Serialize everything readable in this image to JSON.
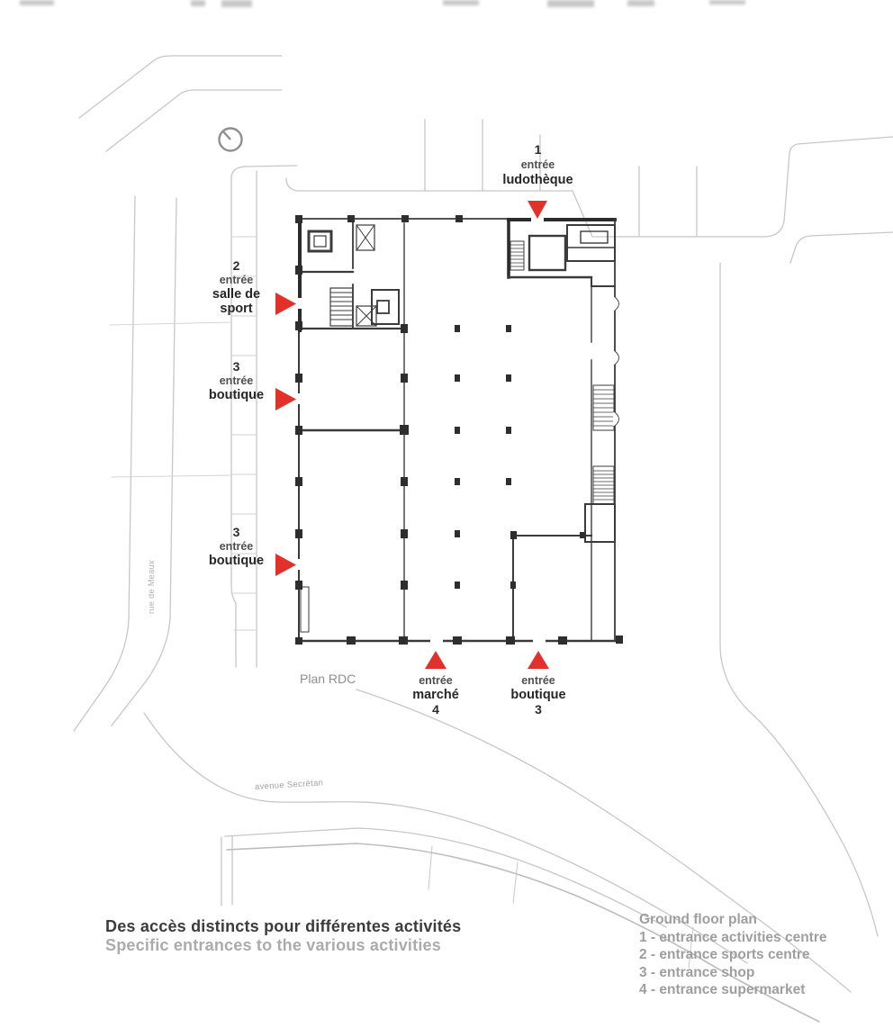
{
  "colors": {
    "accent_red": "#e2312a",
    "building_ink": "#3b3b3b",
    "street_gray": "#c7c7c7",
    "caption_gray": "#ababab",
    "legend_gray": "#9e9e9e"
  },
  "entrances": [
    {
      "number": "1",
      "word1": "entrée",
      "word2": "ludothèque"
    },
    {
      "number": "2",
      "word1": "entrée",
      "word2": "salle de",
      "word3": "sport"
    },
    {
      "number": "3",
      "word1": "entrée",
      "word2": "boutique"
    },
    {
      "number": "3",
      "word1": "entrée",
      "word2": "boutique"
    },
    {
      "number": "4",
      "word1": "entrée",
      "word2": "marché"
    },
    {
      "number": "3",
      "word1": "entrée",
      "word2": "boutique"
    }
  ],
  "plan_label": "Plan RDC",
  "streets": {
    "left_vertical": "rue de Meaux",
    "bottom": "avenue Secrétan"
  },
  "caption": {
    "french": "Des accès distincts pour différentes activités",
    "english": "Specific entrances to the various activities"
  },
  "legend": {
    "title": "Ground floor plan",
    "items": [
      "1 - entrance activities centre",
      "2 - entrance sports centre",
      "3 - entrance shop",
      "4 - entrance supermarket"
    ]
  }
}
